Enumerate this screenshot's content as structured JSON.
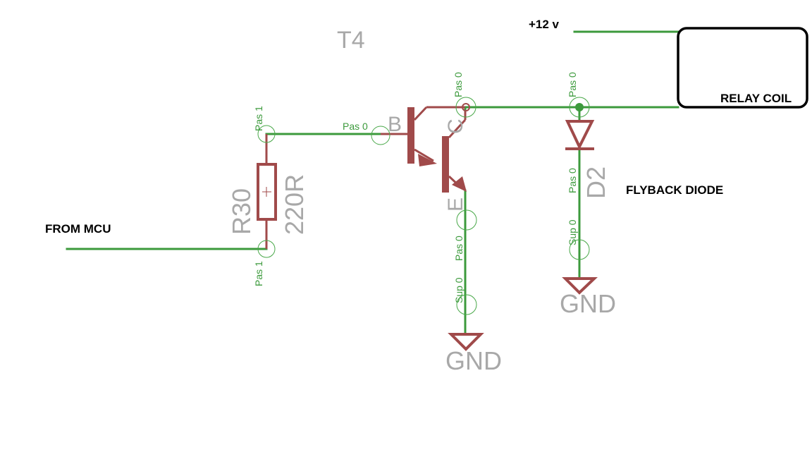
{
  "labels": {
    "supply": "+12 v",
    "relay_coil": "RELAY COIL",
    "from_mcu": "FROM MCU",
    "flyback_diode": "FLYBACK DIODE"
  },
  "transistor": {
    "name": "T4",
    "base": "B",
    "collector": "C",
    "emitter": "E"
  },
  "resistor": {
    "name": "R30",
    "value": "220R"
  },
  "diode": {
    "name": "D2"
  },
  "grounds": [
    "GND",
    "GND"
  ],
  "pins": {
    "r30_top": "Pas 1",
    "r30_bottom": "Pas 1",
    "t4_base": "Pas 0",
    "t4_collector": "Pas 0",
    "t4_emitter": "Pas 0",
    "gnd1_sup": "Sup 0",
    "d2_top": "Pas 0",
    "d2_bottom": "Pas 0",
    "gnd2_sup": "Sup 0"
  },
  "colors": {
    "wire": "#3c9a3c",
    "component": "#a04a4a",
    "name_text": "#a8a8a8",
    "annotation_text": "#000000"
  }
}
